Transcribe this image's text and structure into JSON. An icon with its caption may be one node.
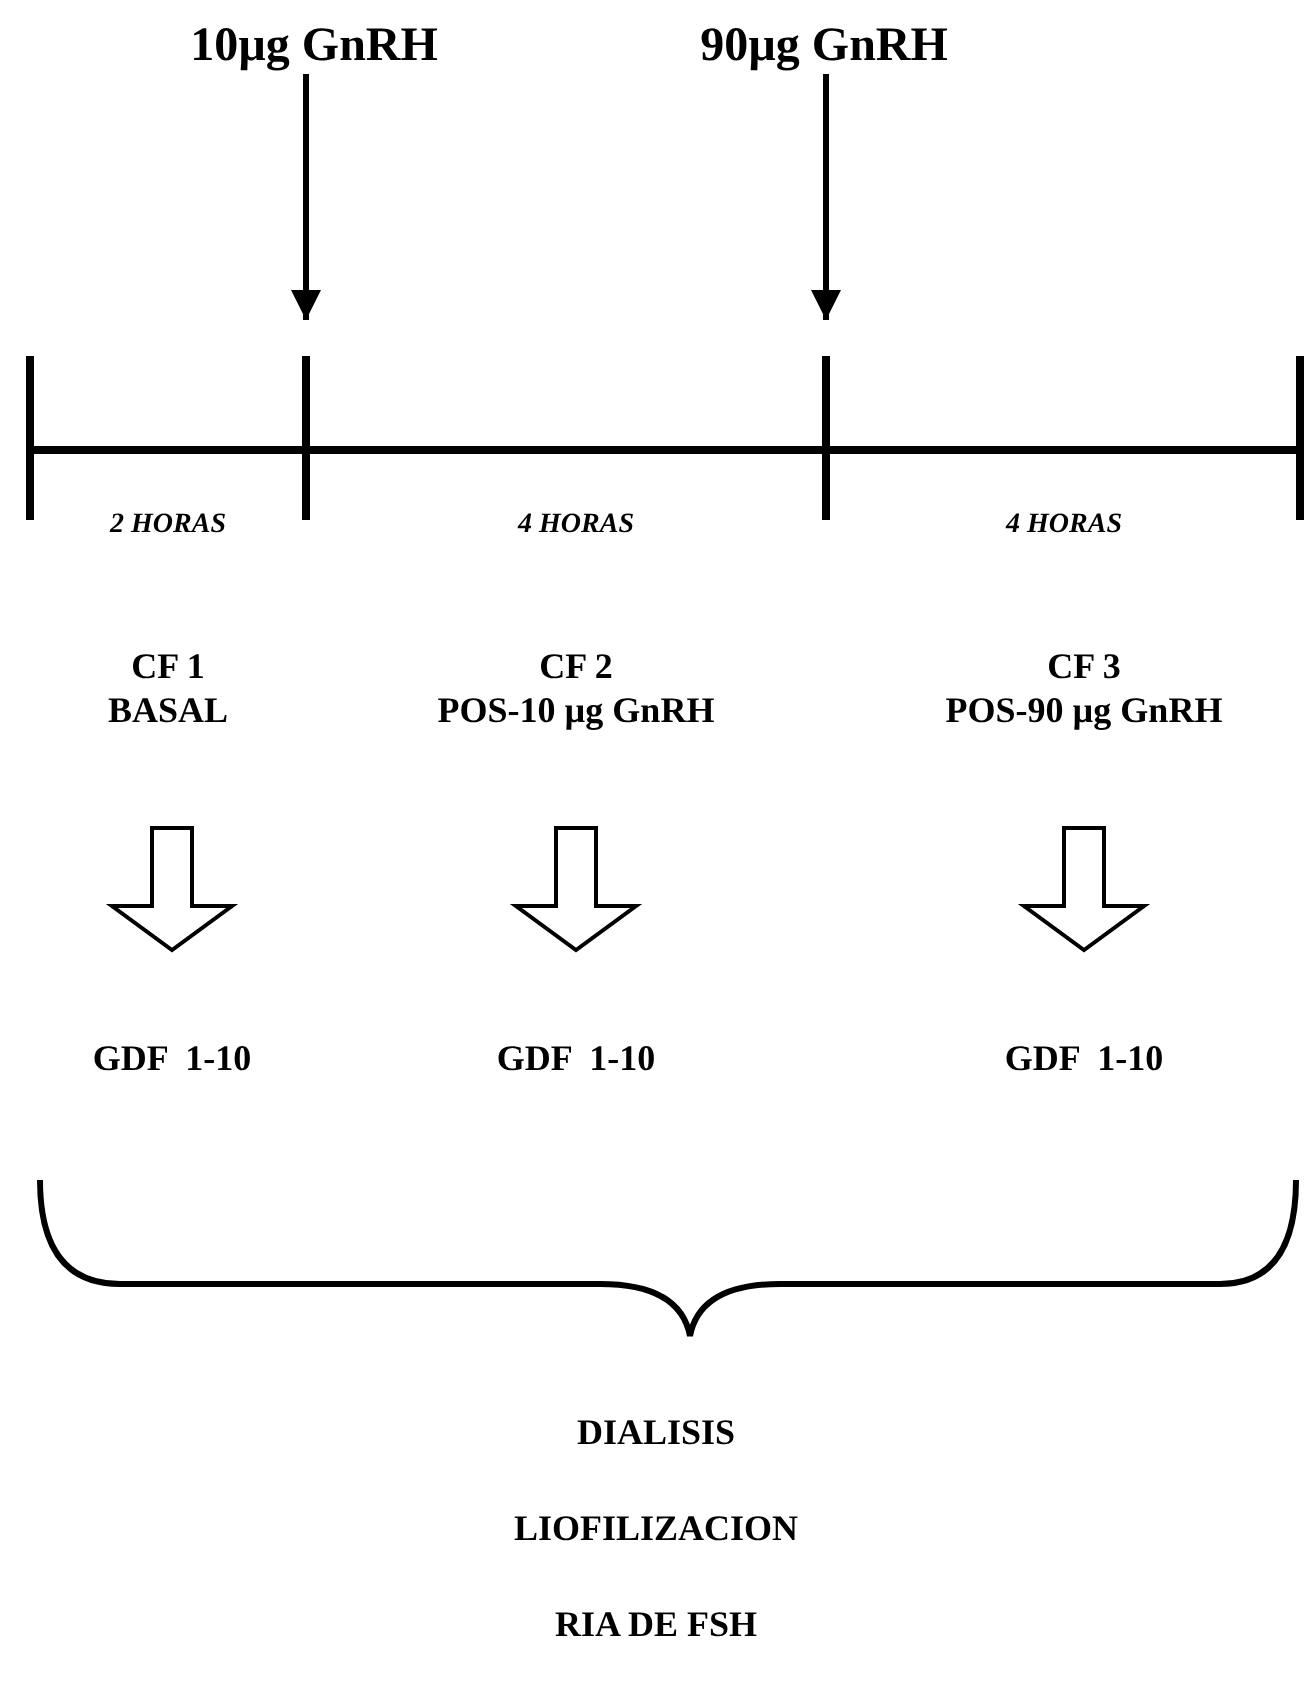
{
  "diagram": {
    "nodes": [
      {
        "text": [
          "10µg GnRH"
        ]
      },
      {
        "text": [
          "90µg GnRH"
        ]
      },
      {
        "text": [
          "CF 1",
          "BASAL"
        ]
      },
      {
        "text": [
          "CF 2",
          "POS-10 µg GnRH"
        ]
      },
      {
        "text": [
          "CF 3",
          "POS-90 µg GnRH"
        ]
      },
      {
        "text": [
          "GDF  1-10"
        ]
      },
      {
        "text": [
          "GDF  1-10"
        ]
      },
      {
        "text": [
          "GDF  1-10"
        ]
      }
    ],
    "edges": [
      {
        "from": 0,
        "to": null,
        "arrow": "to"
      },
      {
        "from": 1,
        "to": null,
        "arrow": "to"
      },
      {
        "from": 2,
        "to": 5,
        "arrow": "to"
      },
      {
        "from": 3,
        "to": 6,
        "arrow": "to"
      },
      {
        "from": 4,
        "to": 7,
        "arrow": "to"
      }
    ],
    "labels": [
      "2 HORAS",
      "4 HORAS",
      "4 HORAS",
      "DIALISIS",
      "LIOFILIZACION",
      "RIA DE FSH"
    ]
  }
}
